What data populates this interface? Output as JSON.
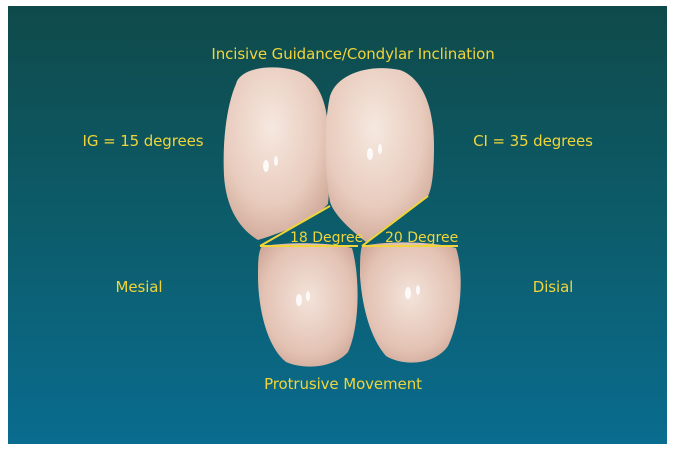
{
  "title": "Incisive Guidance/Condylar Inclination",
  "ig_label": "IG = 15 degrees",
  "ci_label": "CI = 35 degrees",
  "mesial_label": "Mesial",
  "distal_label": "Disial",
  "bottom_label": "Protrusive Movement",
  "angle_left": "18 Degree",
  "angle_right": "20 Degree",
  "colors": {
    "background_top": "#0f4a4a",
    "background_bottom": "#0a6c8f",
    "text": "#f0d53a",
    "tooth_light": "#f3e1d6",
    "tooth_dark": "#c99f8e"
  }
}
